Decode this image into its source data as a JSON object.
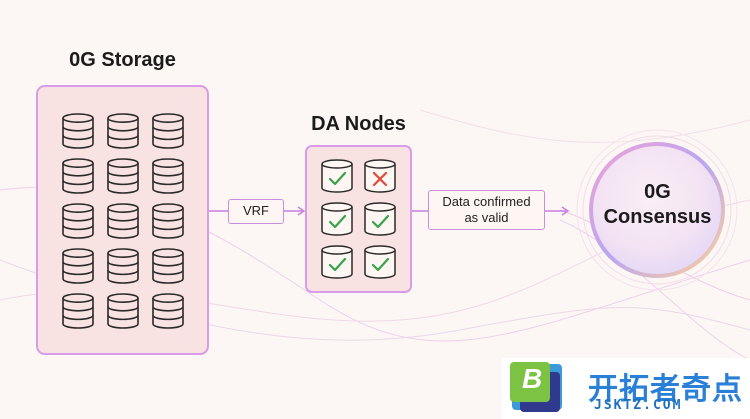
{
  "storage": {
    "title": "0G Storage",
    "rows": 5,
    "cols": 3
  },
  "vrf": {
    "label": "VRF"
  },
  "da": {
    "title": "DA Nodes",
    "nodes": [
      {
        "status": "valid"
      },
      {
        "status": "invalid"
      },
      {
        "status": "valid"
      },
      {
        "status": "valid"
      },
      {
        "status": "valid"
      },
      {
        "status": "valid"
      }
    ]
  },
  "confirm": {
    "line1": "Data confirmed",
    "line2": "as valid"
  },
  "consensus": {
    "line1": "0G",
    "line2": "Consensus"
  },
  "watermark": {
    "letter": "B",
    "text_cn": "开拓者奇点",
    "text_en": "JSKTZ.COM"
  },
  "colors": {
    "panel_bg": "#f9e2e2",
    "panel_border": "#d89ce8",
    "check": "#3aa24a",
    "cross": "#e0473a"
  }
}
